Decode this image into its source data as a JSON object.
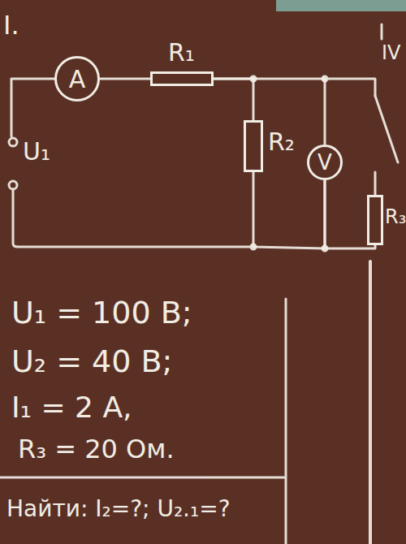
{
  "diagram": {
    "nodes": [
      {
        "text": [
          "A"
        ]
      },
      {
        "text": [
          "R₁"
        ]
      },
      {
        "text": [
          "R₂"
        ]
      },
      {
        "text": [
          "V"
        ]
      },
      {
        "text": [
          "R₃"
        ]
      }
    ],
    "edges": [
      {
        "from": 0,
        "to": 1,
        "arrow": "none"
      },
      {
        "from": 1,
        "to": 2,
        "arrow": "none"
      },
      {
        "from": 1,
        "to": 3,
        "arrow": "none"
      },
      {
        "from": 2,
        "to": 3,
        "arrow": "none"
      },
      {
        "from": 3,
        "to": 4,
        "arrow": "none"
      }
    ],
    "labels": [
      "I.",
      "IV",
      "U₁",
      "U₁ = 100 В;",
      "U₂ = 40 В;",
      "I₁ = 2 А,",
      "R₃ = 20 Ом.",
      "Найти: I₂=?; U₂.₁=?"
    ]
  }
}
